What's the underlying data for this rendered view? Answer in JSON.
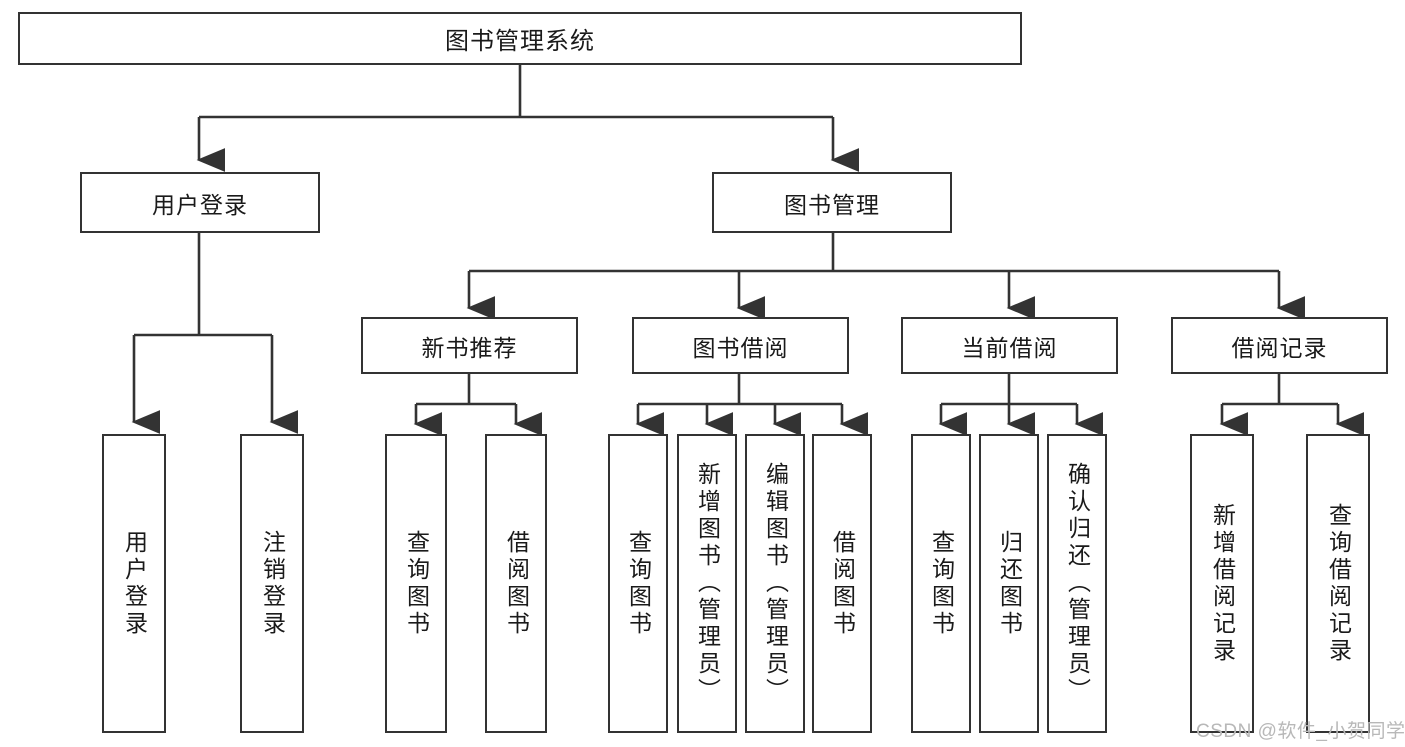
{
  "diagram": {
    "type": "hierarchy-tree",
    "title": "图书管理系统",
    "root": {
      "id": "root",
      "label": "图书管理系统"
    },
    "level2": [
      {
        "id": "user-login",
        "label": "用户登录"
      },
      {
        "id": "book-management",
        "label": "图书管理"
      }
    ],
    "level3": [
      {
        "id": "new-book-recommend",
        "label": "新书推荐",
        "parent": "book-management"
      },
      {
        "id": "book-borrow",
        "label": "图书借阅",
        "parent": "book-management"
      },
      {
        "id": "current-borrow",
        "label": "当前借阅",
        "parent": "book-management"
      },
      {
        "id": "borrow-record",
        "label": "借阅记录",
        "parent": "book-management"
      }
    ],
    "leaves": [
      {
        "id": "leaf-user-login",
        "label": "用户登录",
        "parent": "user-login"
      },
      {
        "id": "leaf-user-logout",
        "label": "注销登录",
        "parent": "user-login"
      },
      {
        "id": "leaf-query-book-1",
        "label": "查询图书",
        "parent": "new-book-recommend"
      },
      {
        "id": "leaf-borrow-book-1",
        "label": "借阅图书",
        "parent": "new-book-recommend"
      },
      {
        "id": "leaf-query-book-2",
        "label": "查询图书",
        "parent": "book-borrow"
      },
      {
        "id": "leaf-add-book",
        "label": "新增图书（管理员）",
        "parent": "book-borrow"
      },
      {
        "id": "leaf-edit-book",
        "label": "编辑图书（管理员）",
        "parent": "book-borrow"
      },
      {
        "id": "leaf-borrow-book-2",
        "label": "借阅图书",
        "parent": "book-borrow"
      },
      {
        "id": "leaf-query-book-3",
        "label": "查询图书",
        "parent": "current-borrow"
      },
      {
        "id": "leaf-return-book",
        "label": "归还图书",
        "parent": "current-borrow"
      },
      {
        "id": "leaf-confirm-return",
        "label": "确认归还（管理员）",
        "parent": "current-borrow"
      },
      {
        "id": "leaf-add-record",
        "label": "新增借阅记录",
        "parent": "borrow-record"
      },
      {
        "id": "leaf-query-record",
        "label": "查询借阅记录",
        "parent": "borrow-record"
      }
    ],
    "colors": {
      "border": "#333333",
      "box_fill": "#ffffff",
      "text": "#1a1a1a",
      "connector": "#333333",
      "watermark": "#b8b8b8"
    }
  },
  "watermark": {
    "text": "CSDN @软件_小贺同学"
  }
}
